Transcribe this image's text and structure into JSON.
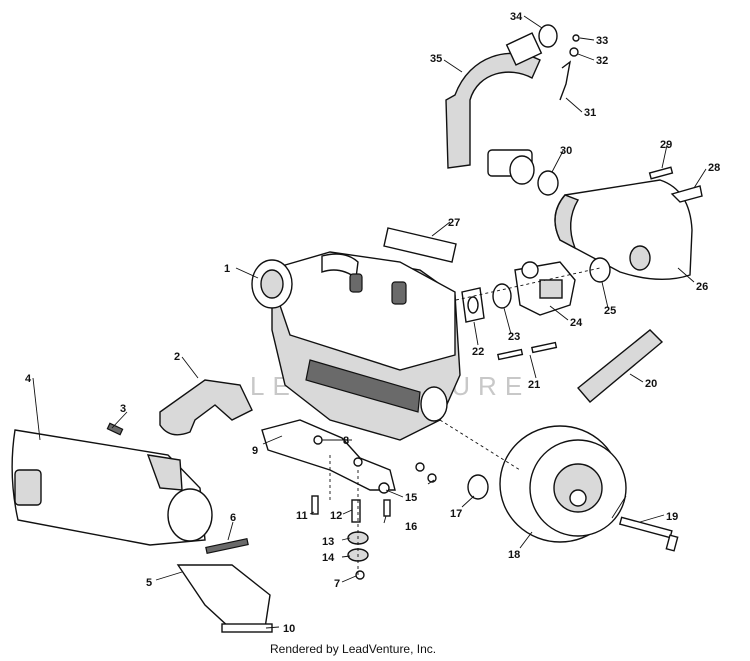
{
  "diagram": {
    "callouts": [
      "1",
      "2",
      "3",
      "4",
      "5",
      "6",
      "7",
      "8",
      "9",
      "10",
      "11",
      "12",
      "13",
      "14",
      "15",
      "16",
      "17",
      "18",
      "19",
      "20",
      "21",
      "22",
      "23",
      "24",
      "25",
      "26",
      "27",
      "28",
      "29",
      "30",
      "31",
      "32",
      "33",
      "34",
      "35"
    ]
  },
  "watermark": "LEADVENTURE",
  "footer": {
    "credit": "Rendered by LeadVenture, Inc."
  }
}
